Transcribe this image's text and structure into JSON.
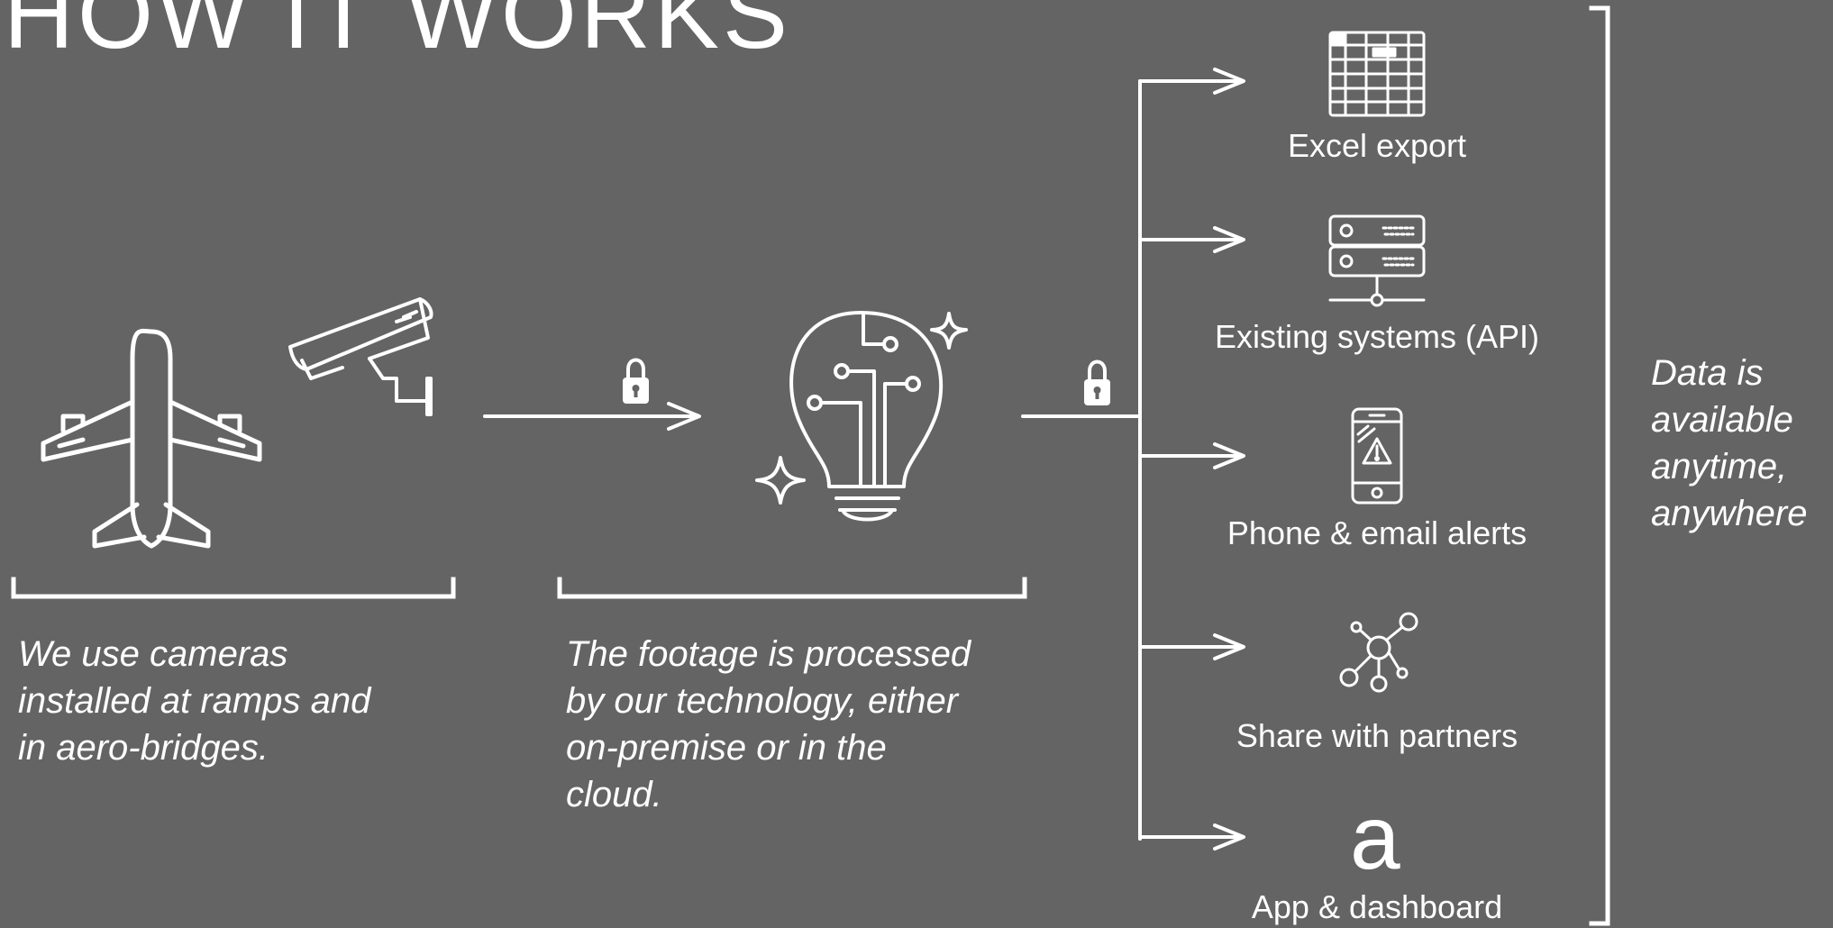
{
  "title": "HOW IT WORKS",
  "steps": [
    {
      "text": [
        "We use cameras",
        "installed at ramps and",
        "in aero-bridges."
      ]
    },
    {
      "text": [
        "The footage is processed",
        "by our technology, either",
        "on-premise or in the",
        "cloud."
      ]
    }
  ],
  "outputs": [
    {
      "label": "Excel export",
      "icon": "spreadsheet-icon"
    },
    {
      "label": "Existing systems (API)",
      "icon": "server-icon"
    },
    {
      "label": "Phone & email alerts",
      "icon": "phone-alert-icon"
    },
    {
      "label": "Share with partners",
      "icon": "network-share-icon"
    },
    {
      "label": "App & dashboard",
      "icon": "app-logo-a",
      "glyph": "a"
    }
  ],
  "availability": [
    "Data is",
    "available",
    "anytime,",
    "anywhere"
  ],
  "colors": {
    "background": "#646464",
    "foreground": "#ffffff"
  }
}
